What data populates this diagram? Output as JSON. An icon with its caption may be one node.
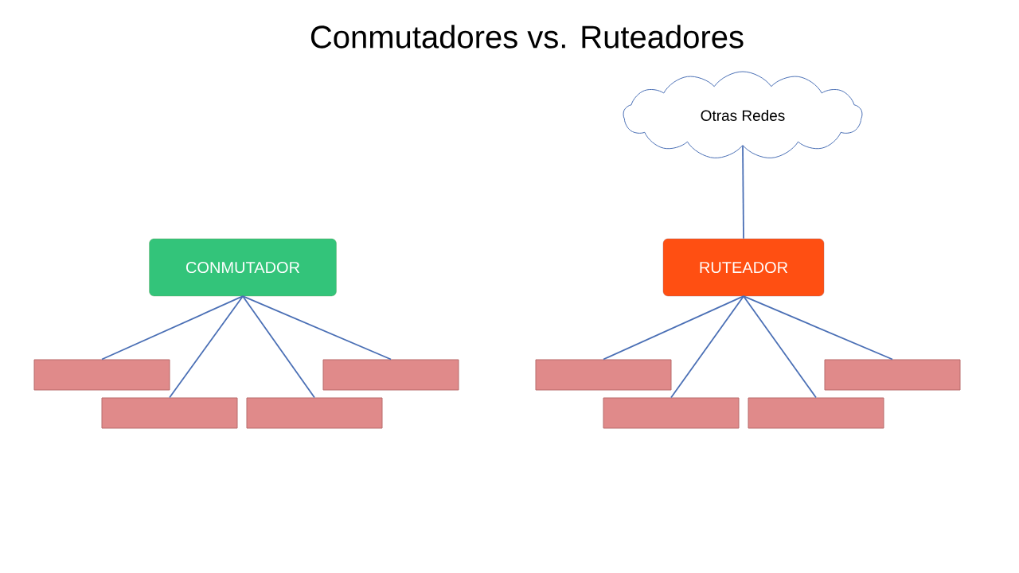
{
  "diagram": {
    "title": "Conmutadores vs. Ruteadores",
    "nodes": [
      {
        "text": [
          "CONMUTADOR"
        ]
      },
      {
        "text": [],
        "shape": "bar"
      },
      {
        "text": [],
        "shape": "bar"
      },
      {
        "text": [],
        "shape": "bar"
      },
      {
        "text": [],
        "shape": "bar"
      },
      {
        "text": [
          "Otras Redes"
        ]
      },
      {
        "text": [
          "RUTEADOR"
        ]
      },
      {
        "text": [],
        "shape": "bar"
      },
      {
        "text": [],
        "shape": "bar"
      },
      {
        "text": [],
        "shape": "bar"
      },
      {
        "text": [],
        "shape": "bar"
      }
    ],
    "edges": [
      {
        "from": 0,
        "to": 1,
        "arrow": "none"
      },
      {
        "from": 0,
        "to": 2,
        "arrow": "none"
      },
      {
        "from": 0,
        "to": 3,
        "arrow": "none"
      },
      {
        "from": 0,
        "to": 4,
        "arrow": "none"
      },
      {
        "from": 5,
        "to": 6,
        "arrow": "none"
      },
      {
        "from": 6,
        "to": 7,
        "arrow": "none"
      },
      {
        "from": 6,
        "to": 8,
        "arrow": "none"
      },
      {
        "from": 6,
        "to": 9,
        "arrow": "none"
      },
      {
        "from": 6,
        "to": 10,
        "arrow": "none"
      }
    ]
  }
}
